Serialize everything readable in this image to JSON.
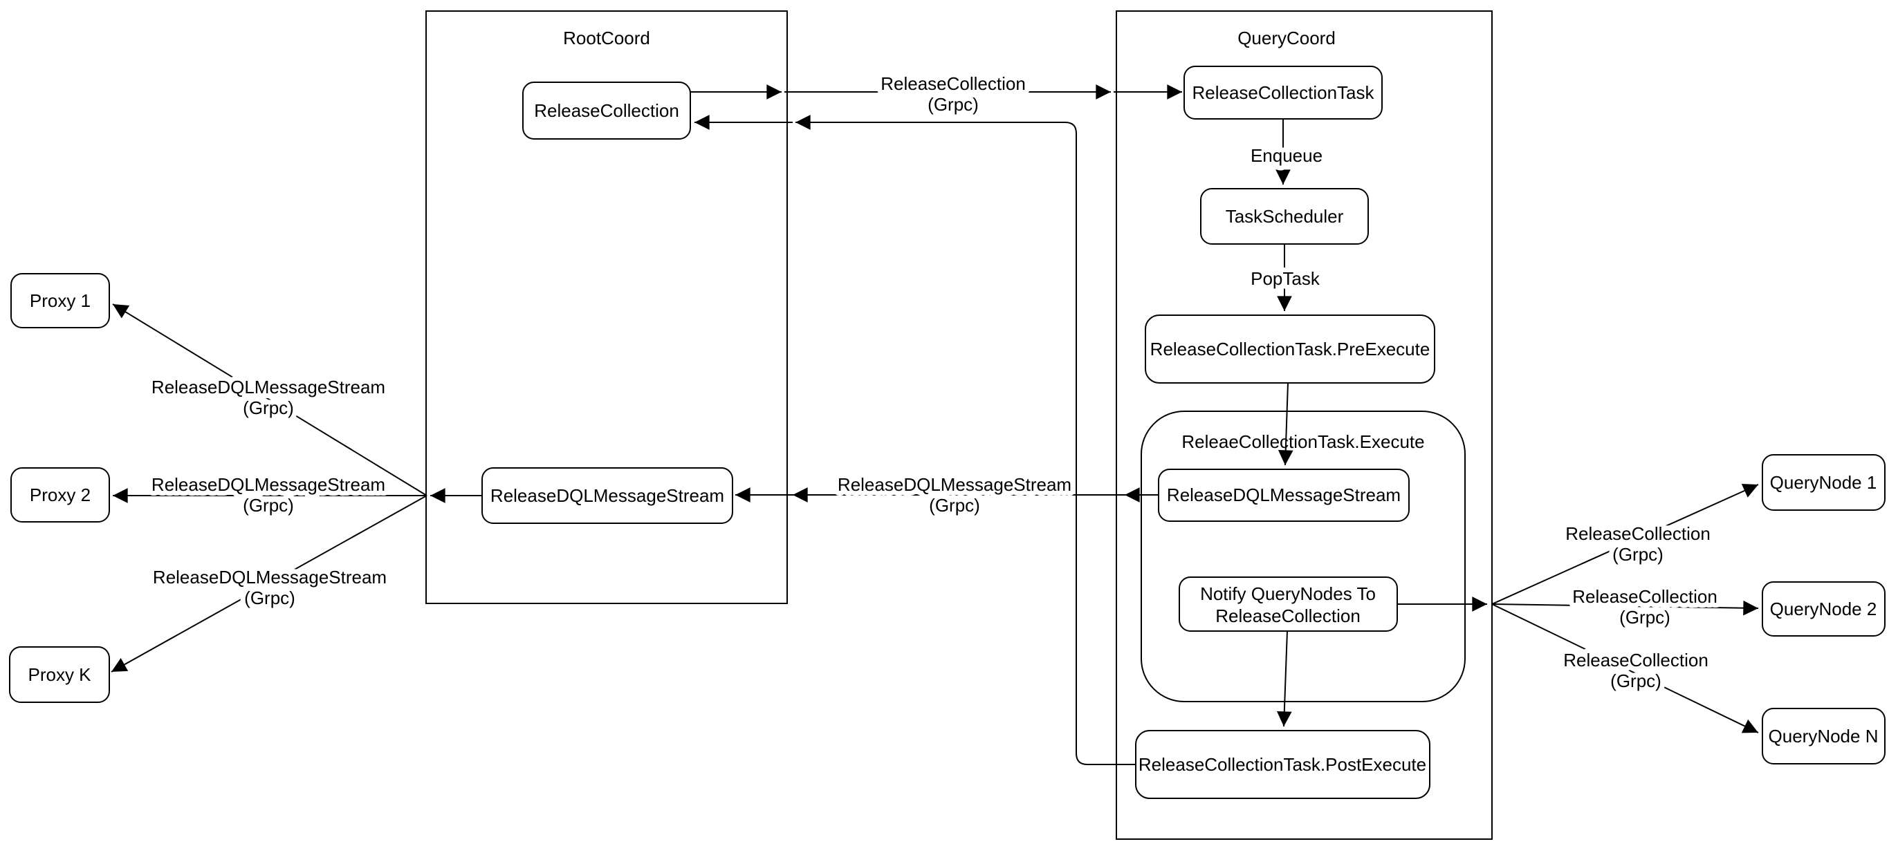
{
  "diagram": {
    "background_color": "#ffffff",
    "stroke_color": "#000000",
    "node_fill_color": "#ffffff",
    "containers": {
      "root_coord": {
        "title": "RootCoord"
      },
      "query_coord": {
        "title": "QueryCoord"
      },
      "execute_group": {
        "title": "ReleaeCollectionTask.Execute"
      }
    },
    "nodes": {
      "release_collection": {
        "label": "ReleaseCollection"
      },
      "release_collection_task": {
        "label": "ReleaseCollectionTask"
      },
      "task_scheduler": {
        "label": "TaskScheduler"
      },
      "pre_execute": {
        "label": "ReleaseCollectionTask.PreExecute"
      },
      "release_dql_message_stream_exec": {
        "label": "ReleaseDQLMessageStream"
      },
      "notify_query_nodes": {
        "label_line1": "Notify QueryNodes To",
        "label_line2": "ReleaseCollection"
      },
      "post_execute": {
        "label": "ReleaseCollectionTask.PostExecute"
      },
      "release_dql_message_stream_root": {
        "label": "ReleaseDQLMessageStream"
      },
      "proxy_1": {
        "label": "Proxy 1"
      },
      "proxy_2": {
        "label": "Proxy 2"
      },
      "proxy_k": {
        "label": "Proxy K"
      },
      "query_node_1": {
        "label": "QueryNode 1"
      },
      "query_node_2": {
        "label": "QueryNode 2"
      },
      "query_node_n": {
        "label": "QueryNode N"
      }
    },
    "edge_labels": {
      "release_collection_grpc": {
        "line1": "ReleaseCollection",
        "line2": "(Grpc)"
      },
      "enqueue": "Enqueue",
      "pop_task": "PopTask",
      "release_dql_to_rootcoord": {
        "line1": "ReleaseDQLMessageStream",
        "line2": "(Grpc)"
      },
      "proxy_edges": [
        {
          "line1": "ReleaseDQLMessageStream",
          "line2": "(Grpc)"
        },
        {
          "line1": "ReleaseDQLMessageStream",
          "line2": "(Grpc)"
        },
        {
          "line1": "ReleaseDQLMessageStream",
          "line2": "(Grpc)"
        }
      ],
      "query_node_edges": [
        {
          "line1": "ReleaseCollection",
          "line2": "(Grpc)"
        },
        {
          "line1": "ReleaseCollection",
          "line2": "(Grpc)"
        },
        {
          "line1": "ReleaseCollection",
          "line2": "(Grpc)"
        }
      ]
    }
  }
}
